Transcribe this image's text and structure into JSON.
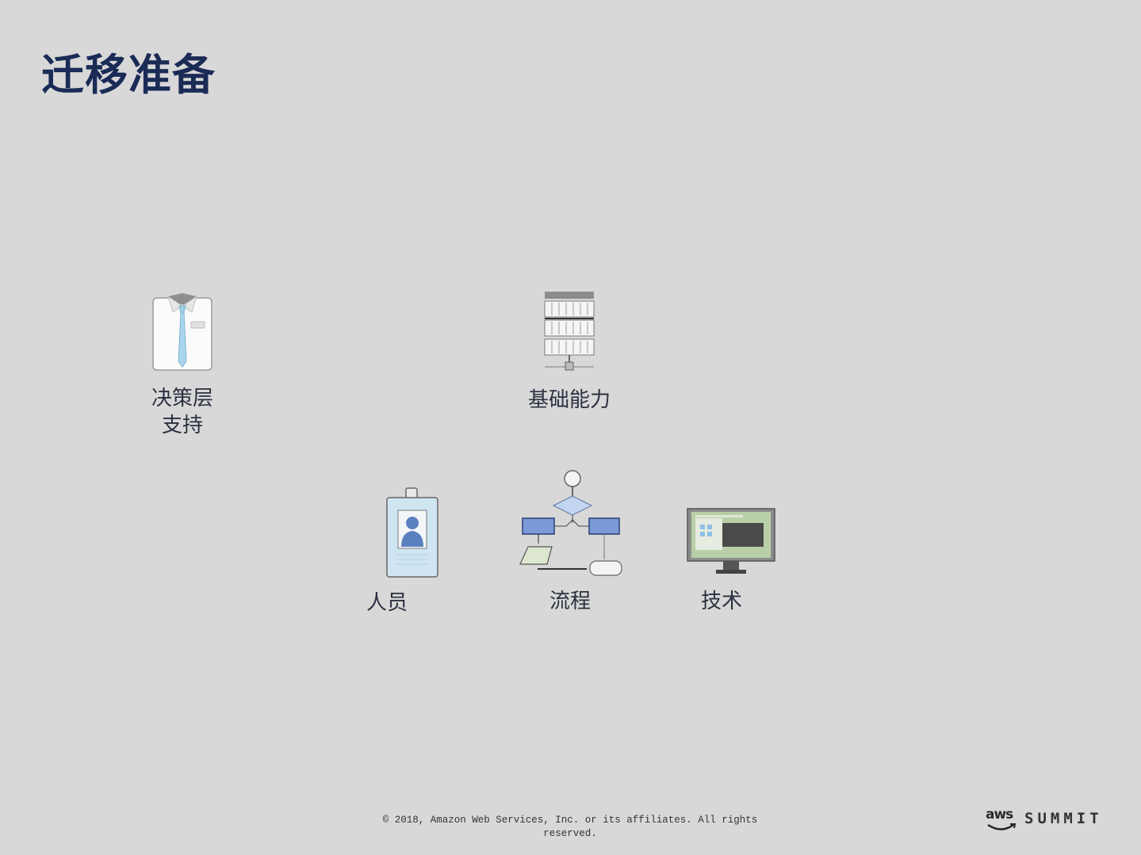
{
  "slide": {
    "title": "迁移准备",
    "background": "#d8d8d8",
    "title_color": "#1a2b56"
  },
  "items": {
    "executive": {
      "label_line1": "决策层",
      "label_line2": "支持",
      "icon": "shirt-tie-icon"
    },
    "foundation": {
      "label": "基础能力",
      "icon": "server-rack-icon"
    },
    "people": {
      "label": "人员",
      "icon": "id-badge-icon"
    },
    "process": {
      "label": "流程",
      "icon": "flowchart-icon"
    },
    "technology": {
      "label": "技术",
      "icon": "monitor-icon"
    }
  },
  "footer": {
    "copyright_line1": "© 2018, Amazon Web Services, Inc. or its affiliates. All rights",
    "copyright_line2": "reserved."
  },
  "logo": {
    "aws": "aws",
    "summit": "SUMMIT"
  }
}
